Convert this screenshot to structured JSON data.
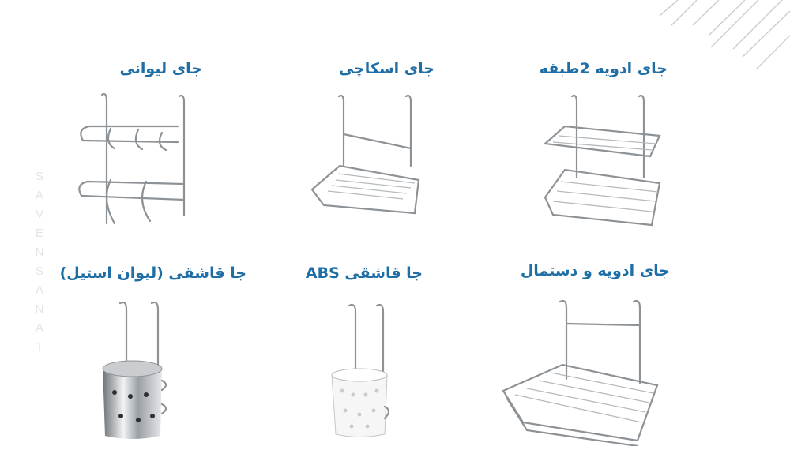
{
  "watermark": "SAMENSANAT",
  "products": [
    {
      "title": "جای لیوانی",
      "image": "cup-rack"
    },
    {
      "title": "جای اسکاچی",
      "image": "scouring-pad-rack"
    },
    {
      "title": "جای ادویه 2طبقه",
      "image": "two-tier-spice-rack"
    },
    {
      "title": "جا قاشقی (لیوان استیل)",
      "image": "cutlery-holder-steel"
    },
    {
      "title": "جا قاشقی ABS",
      "image": "cutlery-holder-abs"
    },
    {
      "title": "جای ادویه و دستمال",
      "image": "spice-towel-rack"
    }
  ],
  "colors": {
    "title": "#1f6ea6",
    "watermark": "#e4e4e4",
    "decor_lines": "#c7ccd0"
  }
}
